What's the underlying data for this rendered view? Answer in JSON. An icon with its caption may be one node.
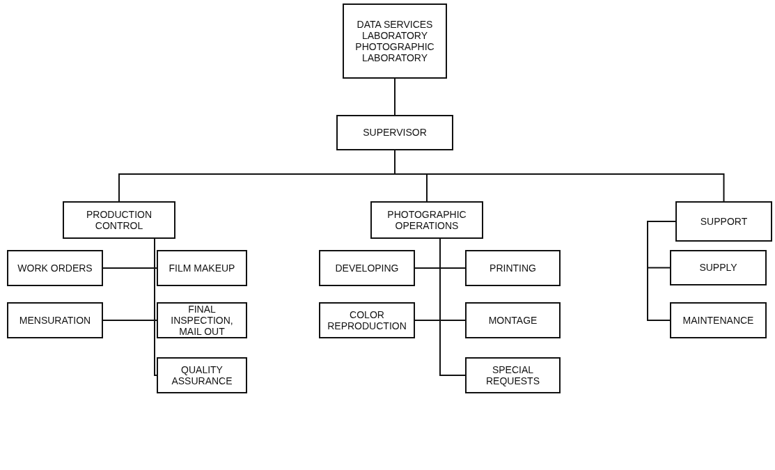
{
  "diagram": {
    "nodes": [
      {
        "text": [
          "DATA SERVICES LABORATORY PHOTOGRAPHIC LABORATORY"
        ]
      },
      {
        "text": [
          "SUPERVISOR"
        ]
      },
      {
        "text": [
          "PRODUCTION CONTROL"
        ]
      },
      {
        "text": [
          "PHOTOGRAPHIC OPERATIONS"
        ]
      },
      {
        "text": [
          "SUPPORT"
        ]
      },
      {
        "text": [
          "WORK ORDERS"
        ]
      },
      {
        "text": [
          "FILM MAKEUP"
        ]
      },
      {
        "text": [
          "DEVELOPING"
        ]
      },
      {
        "text": [
          "PRINTING"
        ]
      },
      {
        "text": [
          "SUPPLY"
        ]
      },
      {
        "text": [
          "MENSURATION"
        ]
      },
      {
        "text": [
          "FINAL INSPECTION, MAIL OUT"
        ]
      },
      {
        "text": [
          "COLOR REPRODUCTION"
        ]
      },
      {
        "text": [
          "MONTAGE"
        ]
      },
      {
        "text": [
          "MAINTENANCE"
        ]
      },
      {
        "text": [
          "QUALITY ASSURANCE"
        ]
      },
      {
        "text": [
          "SPECIAL REQUESTS"
        ]
      }
    ],
    "edges": [
      {
        "from": 0,
        "to": 1,
        "arrow": "none"
      },
      {
        "from": 1,
        "to": 2,
        "arrow": "none"
      },
      {
        "from": 1,
        "to": 3,
        "arrow": "none"
      },
      {
        "from": 1,
        "to": 4,
        "arrow": "none"
      },
      {
        "from": 2,
        "to": 5,
        "arrow": "none"
      },
      {
        "from": 2,
        "to": 6,
        "arrow": "none"
      },
      {
        "from": 2,
        "to": 10,
        "arrow": "none"
      },
      {
        "from": 2,
        "to": 11,
        "arrow": "none"
      },
      {
        "from": 2,
        "to": 15,
        "arrow": "none"
      },
      {
        "from": 3,
        "to": 7,
        "arrow": "none"
      },
      {
        "from": 3,
        "to": 8,
        "arrow": "none"
      },
      {
        "from": 3,
        "to": 12,
        "arrow": "none"
      },
      {
        "from": 3,
        "to": 13,
        "arrow": "none"
      },
      {
        "from": 3,
        "to": 16,
        "arrow": "none"
      },
      {
        "from": 4,
        "to": 9,
        "arrow": "none"
      },
      {
        "from": 4,
        "to": 14,
        "arrow": "none"
      }
    ]
  }
}
